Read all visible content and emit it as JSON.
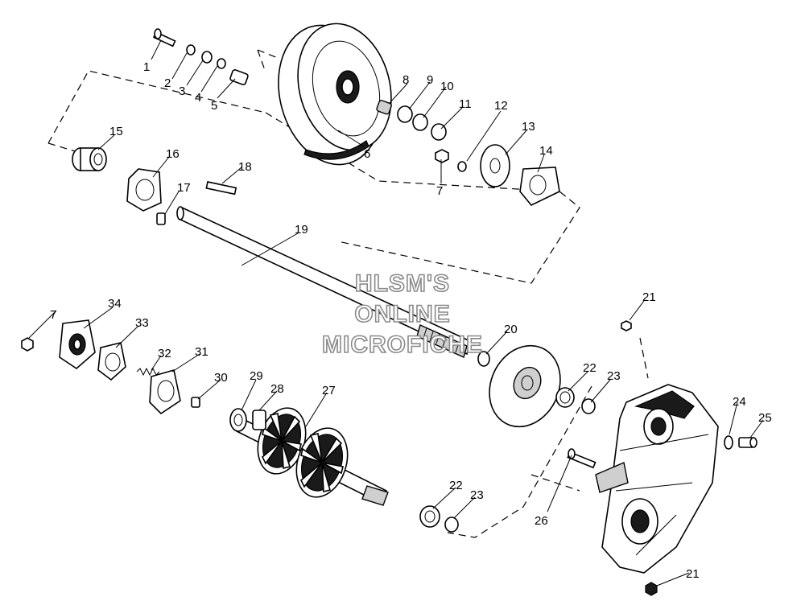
{
  "watermark": {
    "lines": [
      "HLSM'S",
      "ONLINE",
      "MICROFICHE"
    ]
  },
  "callouts": {
    "c1": "1",
    "c2": "2",
    "c3": "3",
    "c4": "4",
    "c5": "5",
    "c6": "6",
    "c7a": "7",
    "c7b": "7",
    "c8": "8",
    "c9": "9",
    "c10": "10",
    "c11": "11",
    "c12": "12",
    "c13": "13",
    "c14": "14",
    "c15": "15",
    "c16": "16",
    "c17": "17",
    "c18": "18",
    "c19": "19",
    "c20": "20",
    "c21a": "21",
    "c21b": "21",
    "c22a": "22",
    "c22b": "22",
    "c23a": "23",
    "c23b": "23",
    "c24": "24",
    "c25": "25",
    "c26": "26",
    "c27": "27",
    "c28": "28",
    "c29": "29",
    "c30": "30",
    "c31": "31",
    "c32": "32",
    "c33": "33",
    "c34": "34"
  }
}
